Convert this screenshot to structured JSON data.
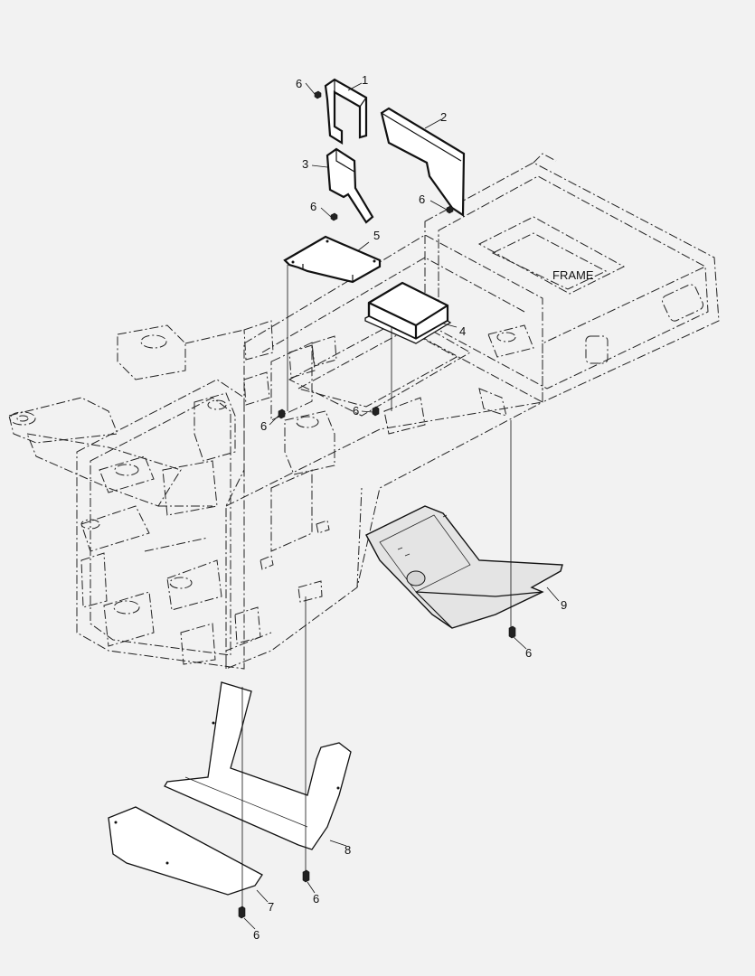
{
  "frame_label": "FRAME",
  "callouts": {
    "c1": "1",
    "c2": "2",
    "c3": "3",
    "c4": "4",
    "c5": "5",
    "c6": "6",
    "c7": "7",
    "c8": "8",
    "c9": "9"
  }
}
